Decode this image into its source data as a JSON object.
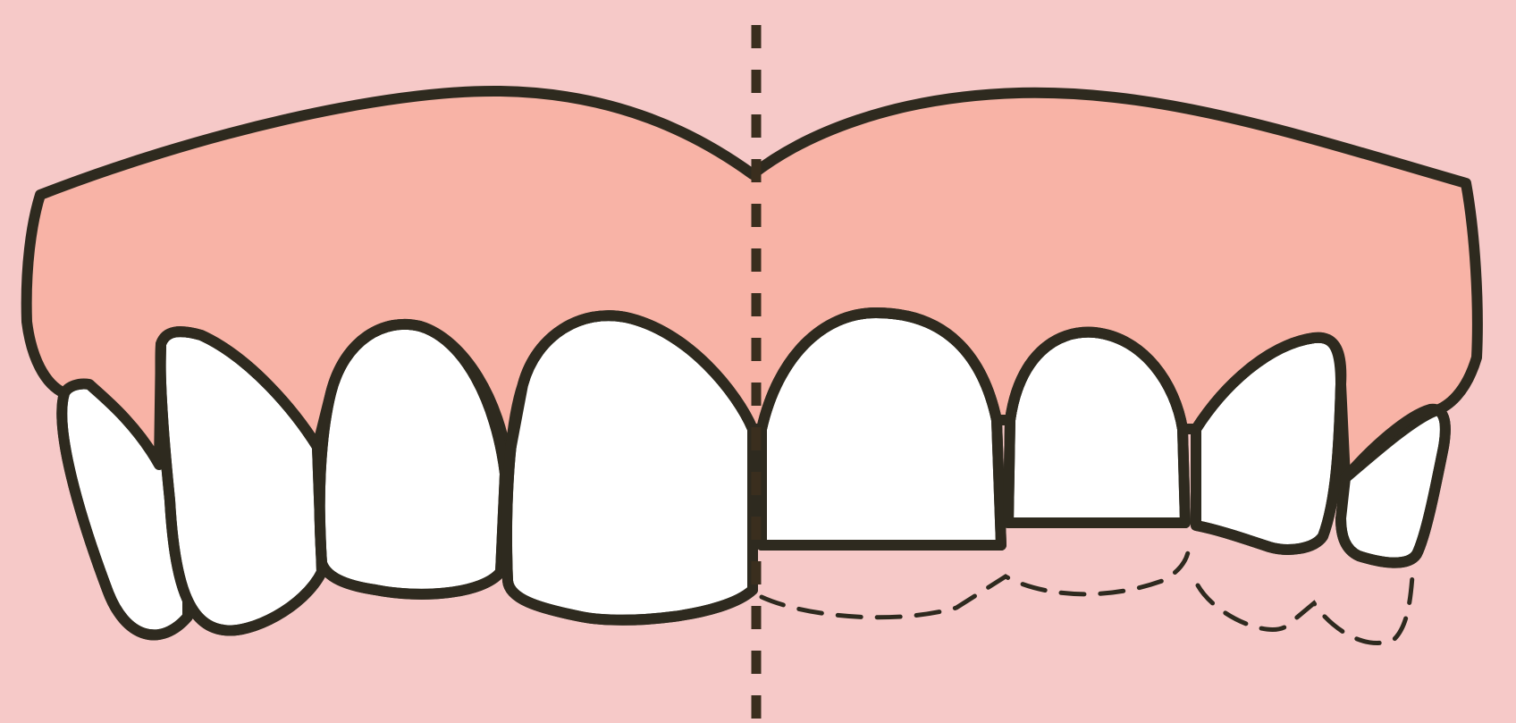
{
  "diagram": {
    "colors": {
      "background": "#f6c9c8",
      "gum": "#f8b3a6",
      "tooth": "#ffffff",
      "outline": "#2e2a1f",
      "midline": "#3a2e1e"
    },
    "midline": {
      "style": "dashed-vertical"
    },
    "teeth": {
      "left_side": [
        "canine",
        "lateral-incisor-outer",
        "lateral-incisor",
        "central-incisor"
      ],
      "right_side": [
        "central-incisor",
        "lateral-incisor",
        "lateral-incisor-outer",
        "canine"
      ]
    },
    "ideal_outline": {
      "style": "dashed",
      "side": "right"
    }
  }
}
